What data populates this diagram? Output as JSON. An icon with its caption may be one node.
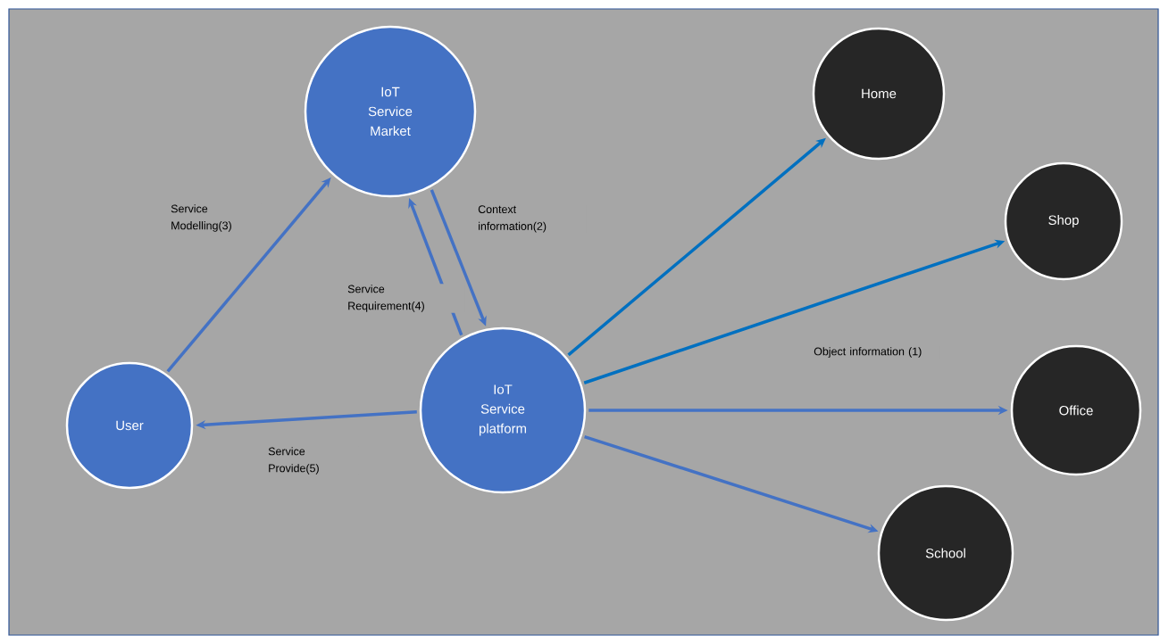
{
  "diagram": {
    "nodes": [
      {
        "text": [
          "IoT Service Market"
        ]
      },
      {
        "text": [
          "Home"
        ]
      },
      {
        "text": [
          "Shop"
        ]
      },
      {
        "text": [
          "User"
        ]
      },
      {
        "text": [
          "IoT Service platform"
        ]
      },
      {
        "text": [
          "Office"
        ]
      },
      {
        "text": [
          "School"
        ]
      }
    ],
    "edges": [
      {
        "from": 3,
        "to": 0,
        "arrow": "to",
        "label": "Service Modelling(3)"
      },
      {
        "from": 0,
        "to": 4,
        "arrow": "to",
        "label": "Context information(2)"
      },
      {
        "from": 4,
        "to": 0,
        "arrow": "to",
        "label": "Service Requirement(4)"
      },
      {
        "from": 4,
        "to": 3,
        "arrow": "to",
        "label": "Service Provide(5)"
      },
      {
        "from": 4,
        "to": 1,
        "arrow": "to",
        "color": "#0070c0"
      },
      {
        "from": 4,
        "to": 2,
        "arrow": "to",
        "color": "#0070c0"
      },
      {
        "from": 4,
        "to": 5,
        "arrow": "to"
      },
      {
        "from": 4,
        "to": 6,
        "arrow": "to"
      }
    ],
    "labels": [
      "Object information (1)"
    ]
  }
}
